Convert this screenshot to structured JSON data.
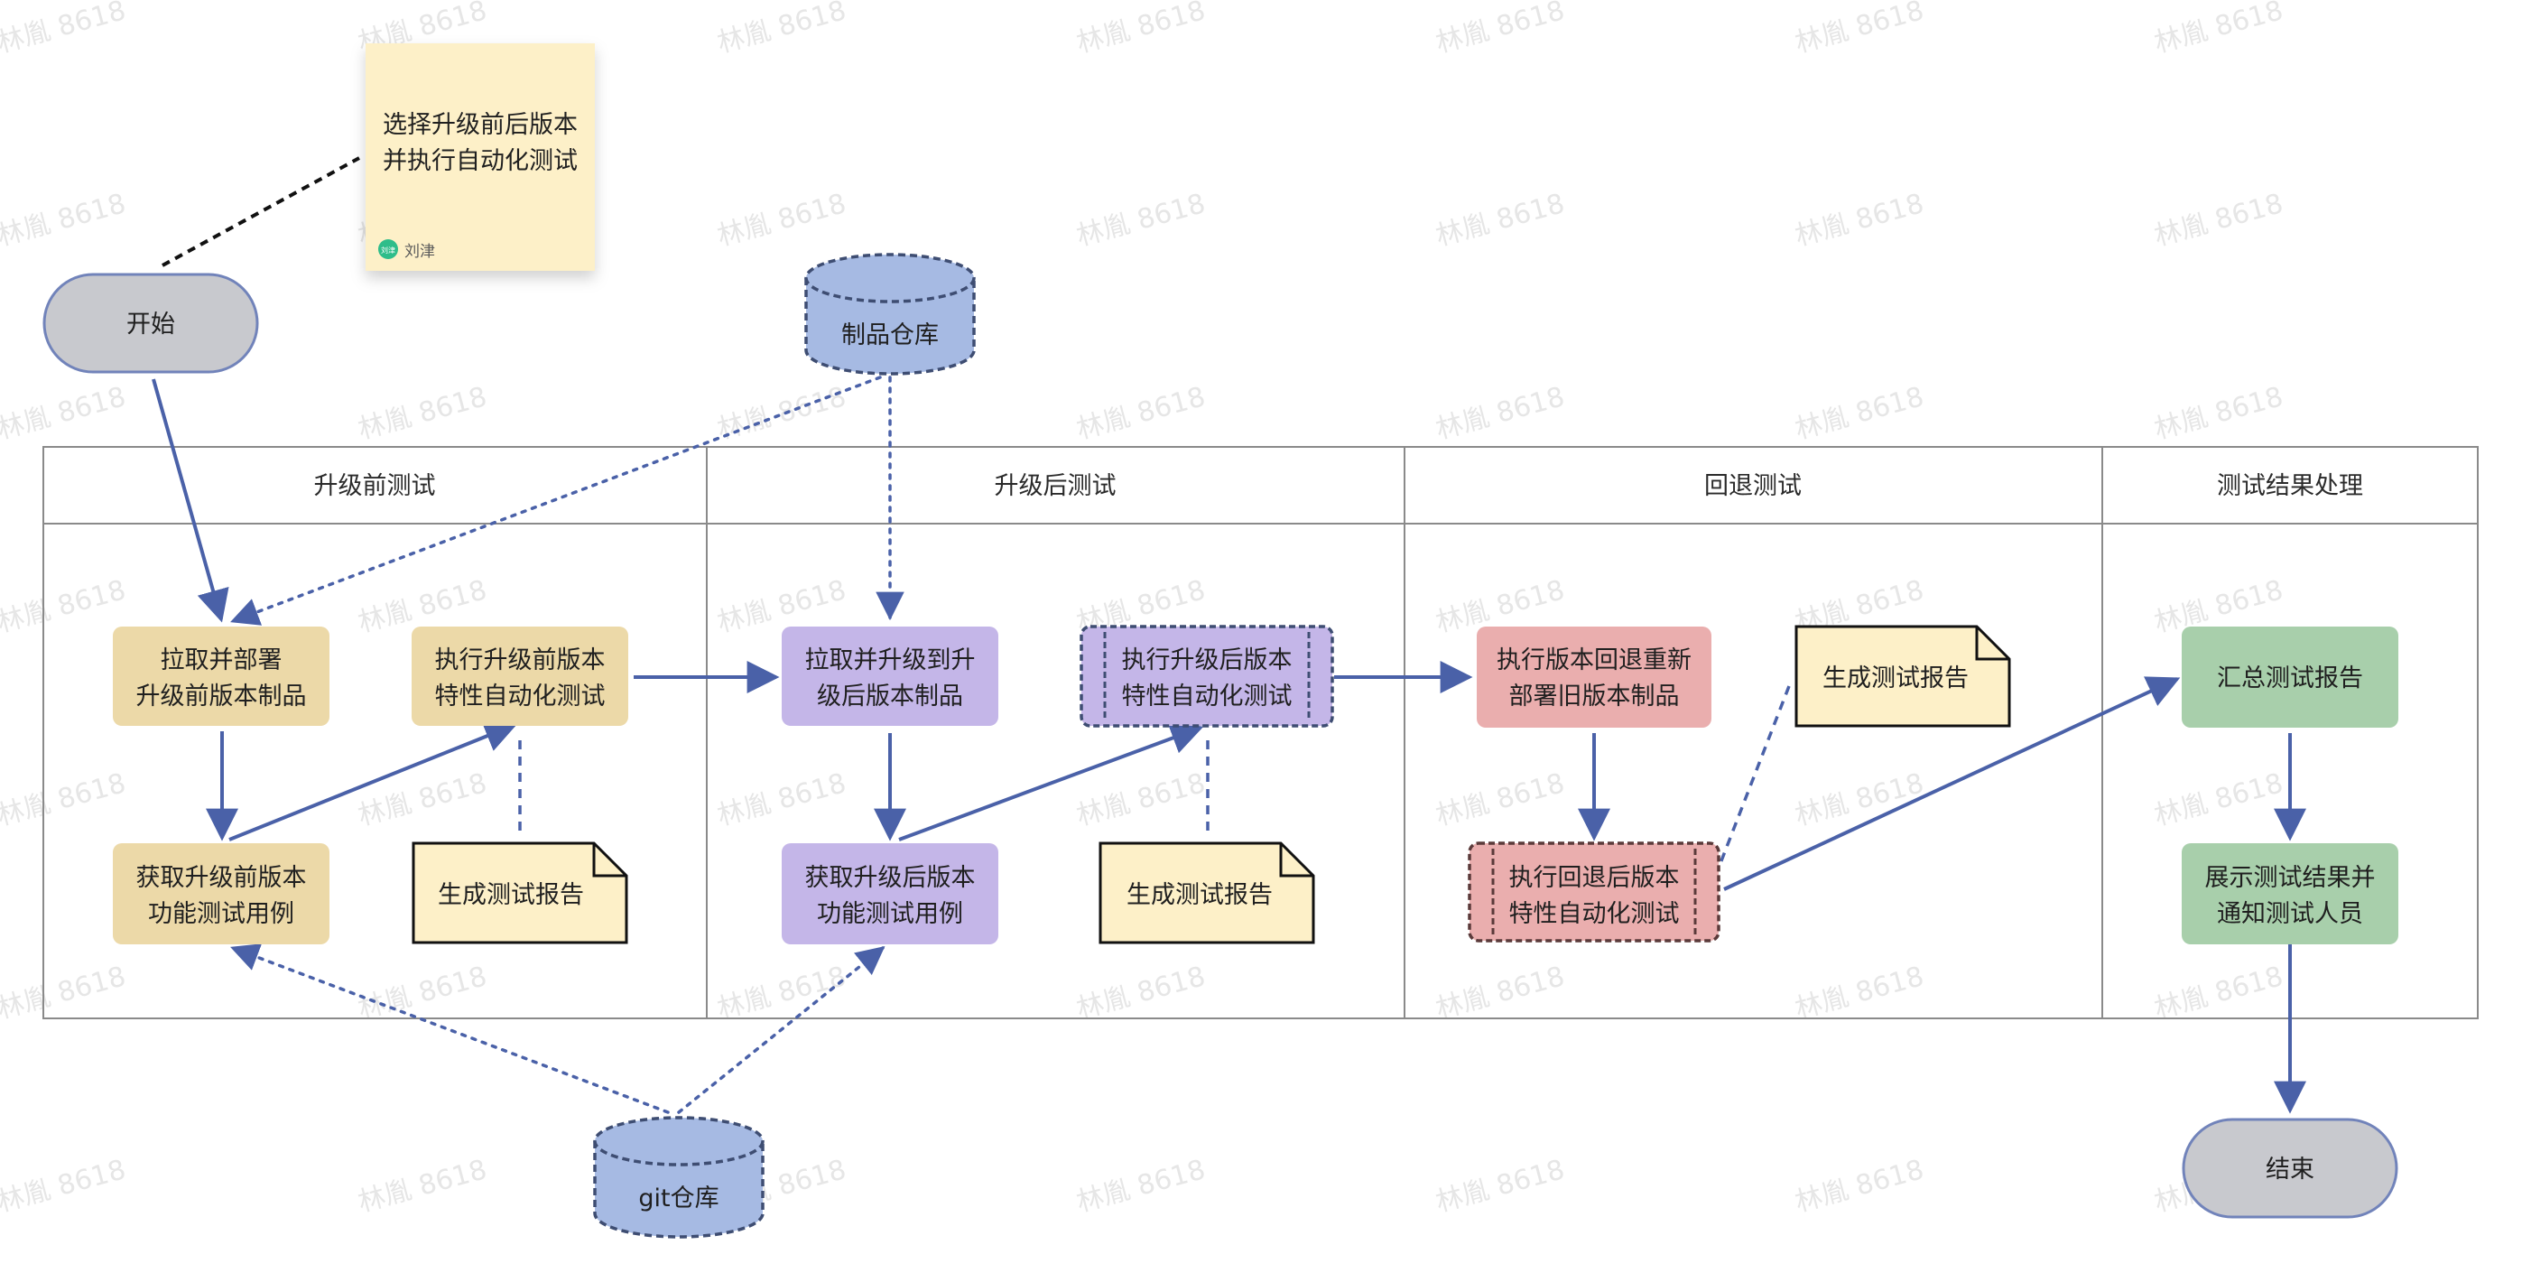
{
  "watermark": "林胤 8618",
  "lanes": [
    "升级前测试",
    "升级后测试",
    "回退测试",
    "测试结果处理"
  ],
  "sticky": {
    "line1": "选择升级前后版本",
    "line2": "并执行自动化测试",
    "author_badge": "刘津",
    "author": "刘津"
  },
  "start": "开始",
  "end": "结束",
  "artifact_repo": "制品仓库",
  "git_repo": "git仓库",
  "pre": {
    "pull": [
      "拉取并部署",
      "升级前版本制品"
    ],
    "feature": [
      "执行升级前版本",
      "特性自动化测试"
    ],
    "cases": [
      "获取升级前版本",
      "功能测试用例"
    ],
    "report": "生成测试报告"
  },
  "post": {
    "pull": [
      "拉取并升级到升",
      "级后版本制品"
    ],
    "feature": [
      "执行升级后版本",
      "特性自动化测试"
    ],
    "cases": [
      "获取升级后版本",
      "功能测试用例"
    ],
    "report": "生成测试报告"
  },
  "rollback": {
    "deploy": [
      "执行版本回退重新",
      "部署旧版本制品"
    ],
    "feature": [
      "执行回退后版本",
      "特性自动化测试"
    ],
    "report": "生成测试报告"
  },
  "result": {
    "summary": "汇总测试报告",
    "notify": [
      "展示测试结果并",
      "通知测试人员"
    ]
  }
}
